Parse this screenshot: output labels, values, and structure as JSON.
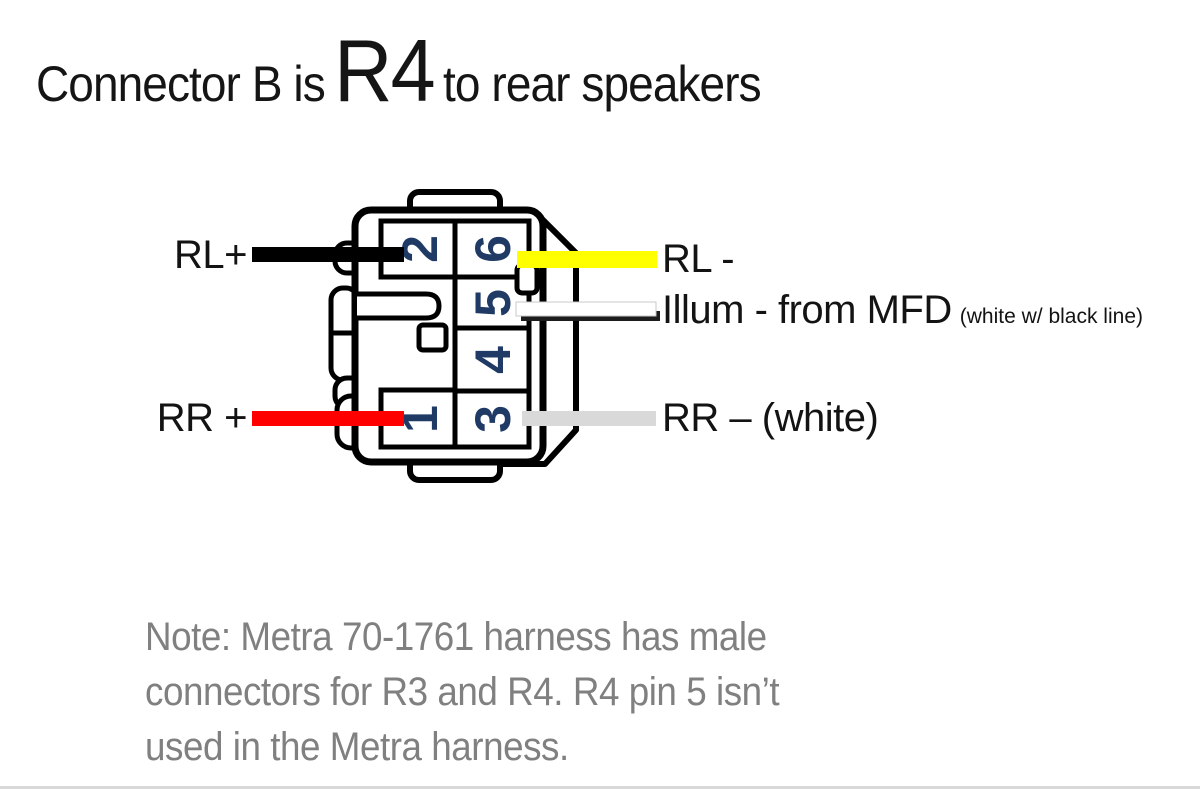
{
  "title": {
    "prefix": "Connector B is",
    "emphasis": "R4",
    "suffix": "to rear speakers"
  },
  "connector": {
    "pin_number_color": "#203a66",
    "pins": {
      "p1": "1",
      "p2": "2",
      "p3": "3",
      "p4": "4",
      "p5": "5",
      "p6": "6"
    }
  },
  "wires": {
    "rl_plus": {
      "label": "RL+",
      "color": "#000000"
    },
    "rr_plus": {
      "label": "RR +",
      "color": "#ff0000"
    },
    "rl_minus": {
      "label": "RL -",
      "color": "#ffff00"
    },
    "illum": {
      "label": "Illum - from MFD",
      "detail": "(white w/ black line)",
      "color": "#ffffff",
      "stripe_color": "#1c1c1c"
    },
    "rr_minus": {
      "label": "RR – (white)",
      "color": "#d9d9d9"
    }
  },
  "note": {
    "line1": "Note: Metra 70-1761 harness has male",
    "line2": "connectors for R3 and R4. R4 pin 5 isn’t",
    "line3": "used in the Metra harness."
  }
}
